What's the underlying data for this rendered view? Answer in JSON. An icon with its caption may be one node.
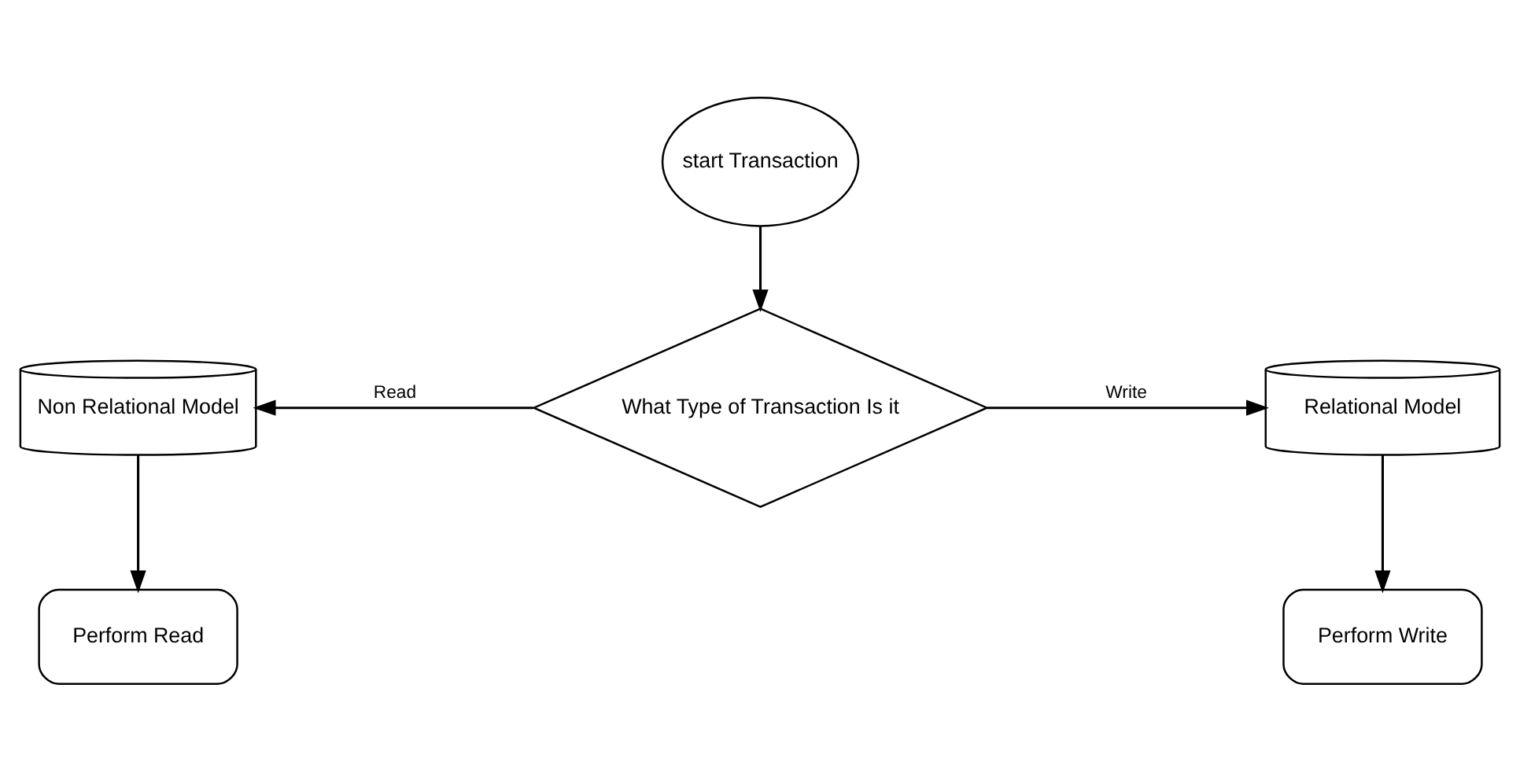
{
  "diagram": {
    "nodes": [
      {
        "text": [
          "start Transaction"
        ]
      },
      {
        "text": [
          "What Type of Transaction Is it"
        ]
      },
      {
        "text": [
          "Non Relational Model"
        ]
      },
      {
        "text": [
          "Relational Model"
        ]
      },
      {
        "text": [
          "Perform Read"
        ]
      },
      {
        "text": [
          "Perform Write"
        ]
      }
    ],
    "edges": [
      {
        "from": 0,
        "to": 1,
        "arrow": "to"
      },
      {
        "from": 1,
        "to": 2,
        "arrow": "to",
        "label": "Read"
      },
      {
        "from": 1,
        "to": 3,
        "arrow": "to",
        "label": "Write"
      },
      {
        "from": 2,
        "to": 4,
        "arrow": "to"
      },
      {
        "from": 3,
        "to": 5,
        "arrow": "to"
      }
    ]
  }
}
